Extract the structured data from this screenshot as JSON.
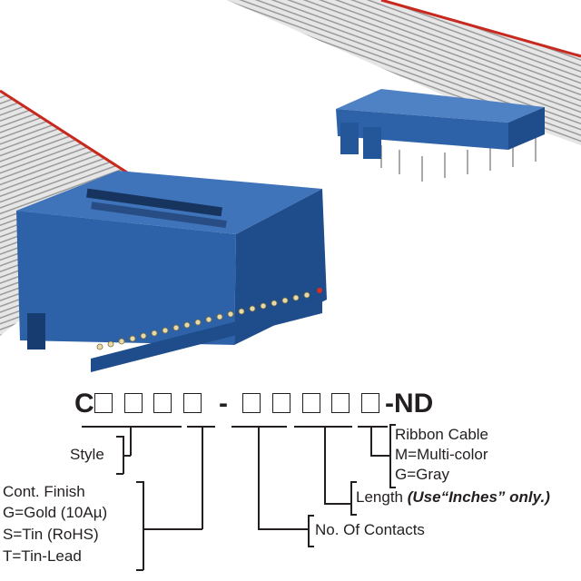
{
  "part_number": {
    "prefix": "C",
    "separator": "-",
    "suffix": "-ND",
    "group1_boxes": 4,
    "group2_boxes": 5
  },
  "legend": {
    "style": "Style",
    "finish": [
      "Cont. Finish",
      "G=Gold (10Aµ)",
      "S=Tin (RoHS)",
      "T=Tin-Lead"
    ],
    "contacts": "No. Of Contacts",
    "length": "Length",
    "length_note": "(Use“Inches” only.)",
    "cable": [
      "Ribbon Cable",
      "M=Multi-color",
      "G=Gray"
    ]
  },
  "colors": {
    "connector_blue": "#2e62a8",
    "cable_gray": "#d9d9d9",
    "stripe_red": "#c8281e"
  }
}
